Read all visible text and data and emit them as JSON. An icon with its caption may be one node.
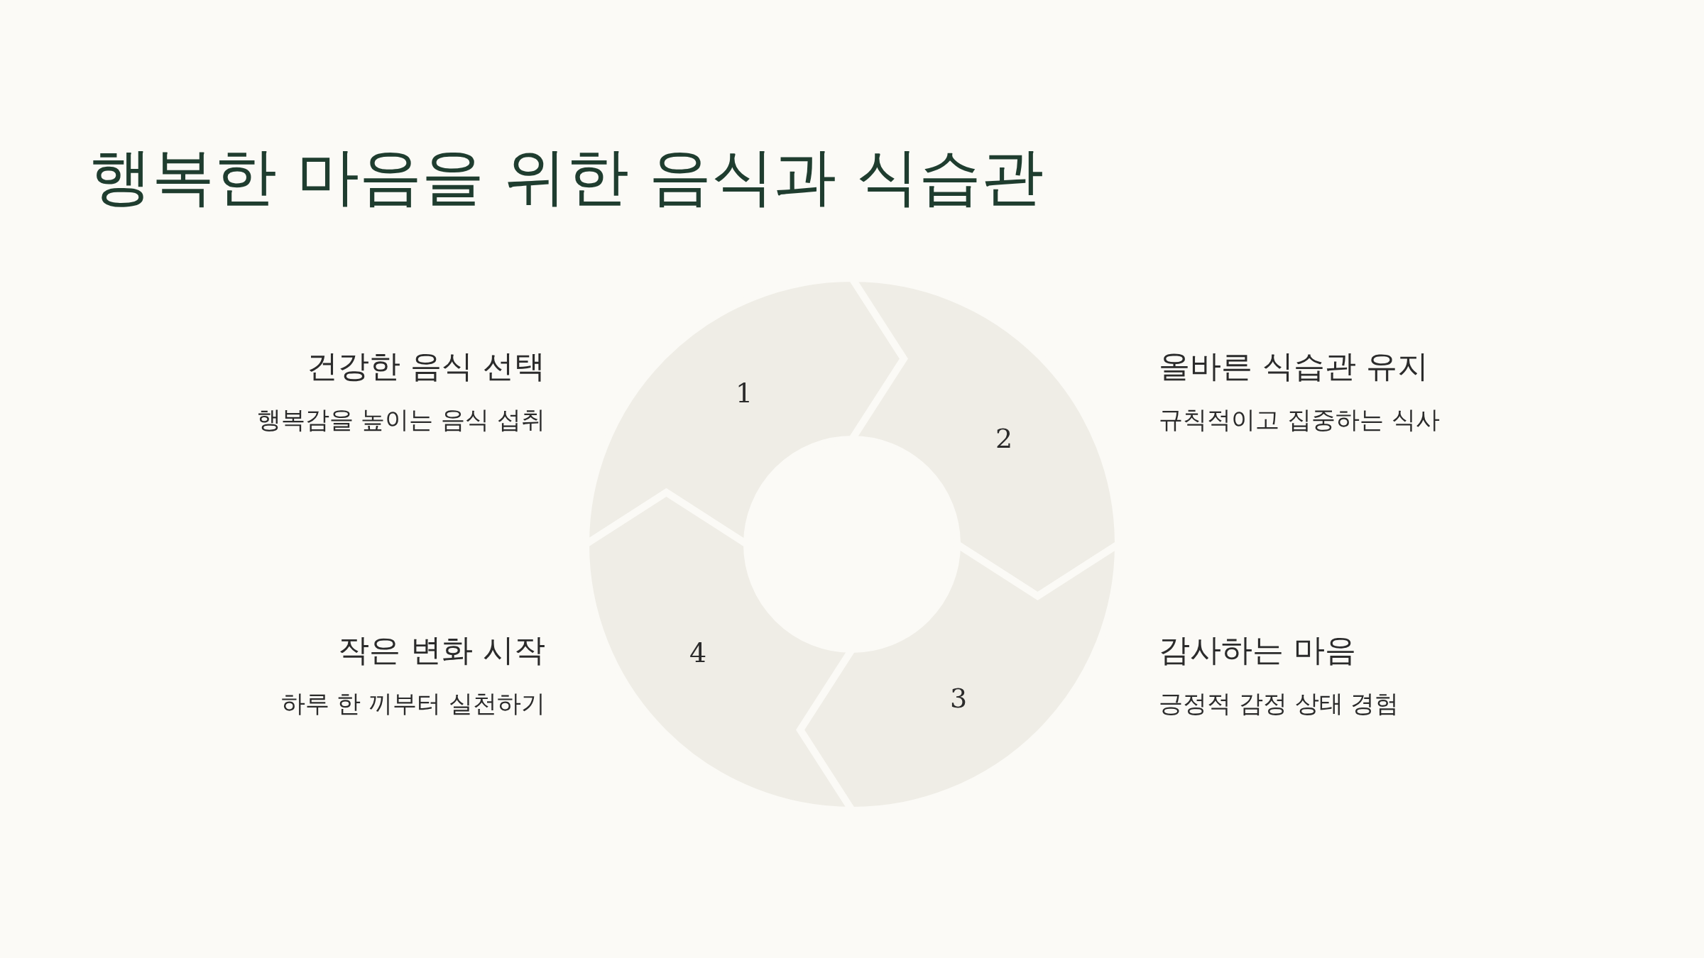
{
  "diagram": {
    "title": "행복한 마음을 위한 음식과 식습관",
    "nodes": [
      {
        "text": [
          "1"
        ],
        "beside": [
          "건강한 음식 선택",
          "행복감을 높이는 음식 섭취"
        ]
      },
      {
        "text": [
          "2"
        ],
        "beside": [
          "올바른 식습관 유지",
          "규칙적이고 집중하는 식사"
        ]
      },
      {
        "text": [
          "3"
        ],
        "beside": [
          "감사하는 마음",
          "긍정적 감정 상태 경험"
        ]
      },
      {
        "text": [
          "4"
        ],
        "beside": [
          "작은 변화 시작",
          "하루 한 끼부터 실천하기"
        ]
      }
    ]
  }
}
